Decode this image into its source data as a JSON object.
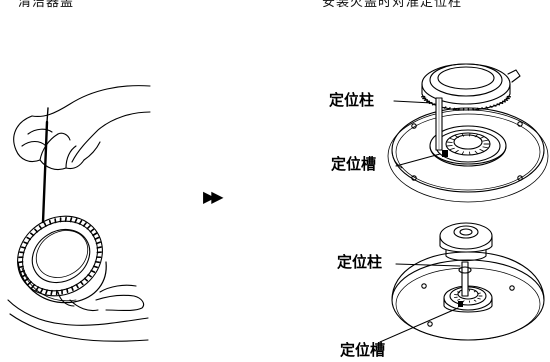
{
  "captions": {
    "left": "清洁器盖",
    "right": "安装火盖时对准定位柱"
  },
  "labels": {
    "top_pin": "定位柱",
    "top_slot": "定位槽",
    "bottom_pin": "定位柱",
    "bottom_slot": "定位槽"
  },
  "arrow_glyph": "▶▶",
  "icons": {
    "left_figure": "hands-cleaning-burner-cap-with-needle-icon",
    "top_figure": "burner-cap-above-burner-base-icon",
    "bottom_figure": "small-burner-cap-above-burner-base-icon",
    "arrow": "double-arrow-right-icon"
  }
}
